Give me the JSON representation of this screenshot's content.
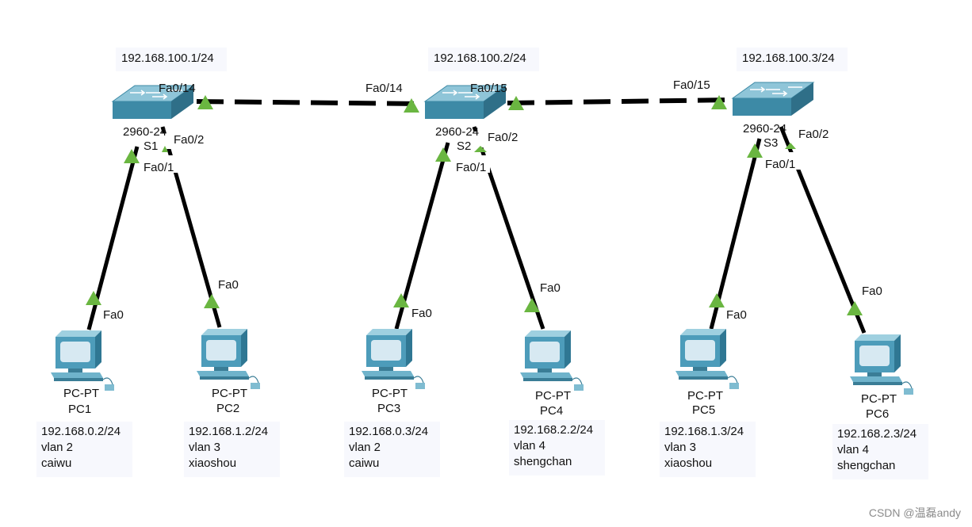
{
  "colors": {
    "link": "#000000",
    "port_up": "#6ab641",
    "switch_top": "#8fc5d8",
    "switch_front": "#3d8aa6",
    "switch_side": "#2f6f88",
    "pc_body": "#4d9cba",
    "note_bg": "#f7f8fd"
  },
  "switches": [
    {
      "id": "S1",
      "model": "2960-24",
      "mgmt_ip": "192.168.100.1/24",
      "uplink_port": "Fa0/14",
      "port_down_a": "Fa0/1",
      "port_down_b": "Fa0/2"
    },
    {
      "id": "S2",
      "model": "2960-24",
      "mgmt_ip": "192.168.100.2/24",
      "uplink_port_left": "Fa0/14",
      "uplink_port_right": "Fa0/15",
      "port_down_a": "Fa0/1",
      "port_down_b": "Fa0/2"
    },
    {
      "id": "S3",
      "model": "2960-24",
      "mgmt_ip": "192.168.100.3/24",
      "uplink_port": "Fa0/15",
      "port_down_a": "Fa0/1",
      "port_down_b": "Fa0/2"
    }
  ],
  "pcs": [
    {
      "name": "PC1",
      "type": "PC-PT",
      "port": "Fa0",
      "ip": "192.168.0.2/24",
      "vlan": "vlan 2",
      "dept": "caiwu"
    },
    {
      "name": "PC2",
      "type": "PC-PT",
      "port": "Fa0",
      "ip": "192.168.1.2/24",
      "vlan": "vlan 3",
      "dept": "xiaoshou"
    },
    {
      "name": "PC3",
      "type": "PC-PT",
      "port": "Fa0",
      "ip": "192.168.0.3/24",
      "vlan": "vlan 2",
      "dept": "caiwu"
    },
    {
      "name": "PC4",
      "type": "PC-PT",
      "port": "Fa0",
      "ip": "192.168.2.2/24",
      "vlan": "vlan 4",
      "dept": "shengchan"
    },
    {
      "name": "PC5",
      "type": "PC-PT",
      "port": "Fa0",
      "ip": "192.168.1.3/24",
      "vlan": "vlan 3",
      "dept": "xiaoshou"
    },
    {
      "name": "PC6",
      "type": "PC-PT",
      "port": "Fa0",
      "ip": "192.168.2.3/24",
      "vlan": "vlan 4",
      "dept": "shengchan"
    }
  ],
  "watermark": "CSDN @温磊andy"
}
